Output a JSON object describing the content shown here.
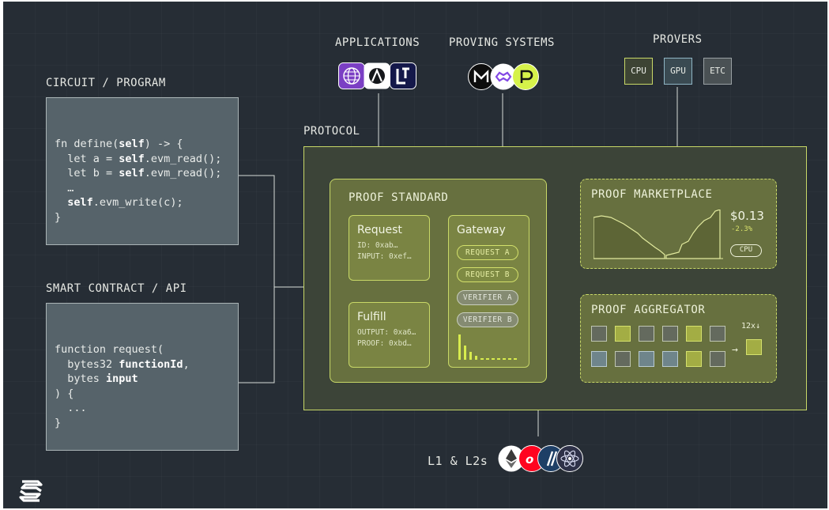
{
  "labels": {
    "circuit": "CIRCUIT / PROGRAM",
    "smart_contract": "SMART CONTRACT / API",
    "applications": "APPLICATIONS",
    "proving_systems": "PROVING SYSTEMS",
    "provers": "PROVERS",
    "protocol": "PROTOCOL",
    "l1l2": "L1 & L2s"
  },
  "circuit_code": [
    {
      "pre": "fn define(",
      "kw": "self",
      "post": ") -> {"
    },
    {
      "pre": "  let a = ",
      "kw": "self",
      "post": ".evm_read();"
    },
    {
      "pre": "  let b = ",
      "kw": "self",
      "post": ".evm_read();"
    },
    {
      "pre": "  …",
      "kw": "",
      "post": ""
    },
    {
      "pre": "  ",
      "kw": "self",
      "post": ".evm_write(c);"
    },
    {
      "pre": "}",
      "kw": "",
      "post": ""
    }
  ],
  "contract_code": [
    {
      "pre": "function request(",
      "kw": "",
      "post": ""
    },
    {
      "pre": "  bytes32 ",
      "kw": "functionId",
      "post": ","
    },
    {
      "pre": "  bytes ",
      "kw": "input",
      "post": ""
    },
    {
      "pre": ") {",
      "kw": "",
      "post": ""
    },
    {
      "pre": "  ...",
      "kw": "",
      "post": ""
    },
    {
      "pre": "}",
      "kw": "",
      "post": ""
    }
  ],
  "provers": [
    "CPU",
    "GPU",
    "ETC"
  ],
  "proof_standard": {
    "title": "PROOF STANDARD",
    "request": {
      "title": "Request",
      "line1": "ID: 0xab…",
      "line2": "INPUT: 0xef…"
    },
    "fulfill": {
      "title": "Fulfill",
      "line1": "OUTPUT: 0xa6…",
      "line2": "PROOF: 0xbd…"
    },
    "gateway": {
      "title": "Gateway",
      "pills": [
        "REQUEST A",
        "REQUEST B",
        "VERIFIER A",
        "VERIFIER B"
      ]
    }
  },
  "marketplace": {
    "title": "PROOF MARKETPLACE",
    "price": "$0.13",
    "change": "-2.3%",
    "badge": "CPU"
  },
  "aggregator": {
    "title": "PROOF AGGREGATOR",
    "ratio": "12x"
  },
  "icons": {
    "applications": [
      "purple-globe-icon",
      "white-a-logo-icon",
      "navy-l-logo-icon"
    ],
    "proving": [
      "black-m-logo-icon",
      "purple-polygon-icon",
      "lime-p-logo-icon"
    ],
    "chains": [
      "ethereum-icon",
      "red-o-logo-icon",
      "slash-logo-icon",
      "cosmos-atom-icon"
    ],
    "brand": "succinct-logo-icon"
  },
  "colors": {
    "background": "#262d35",
    "accent": "#c8d867",
    "panel": "#67703f"
  }
}
